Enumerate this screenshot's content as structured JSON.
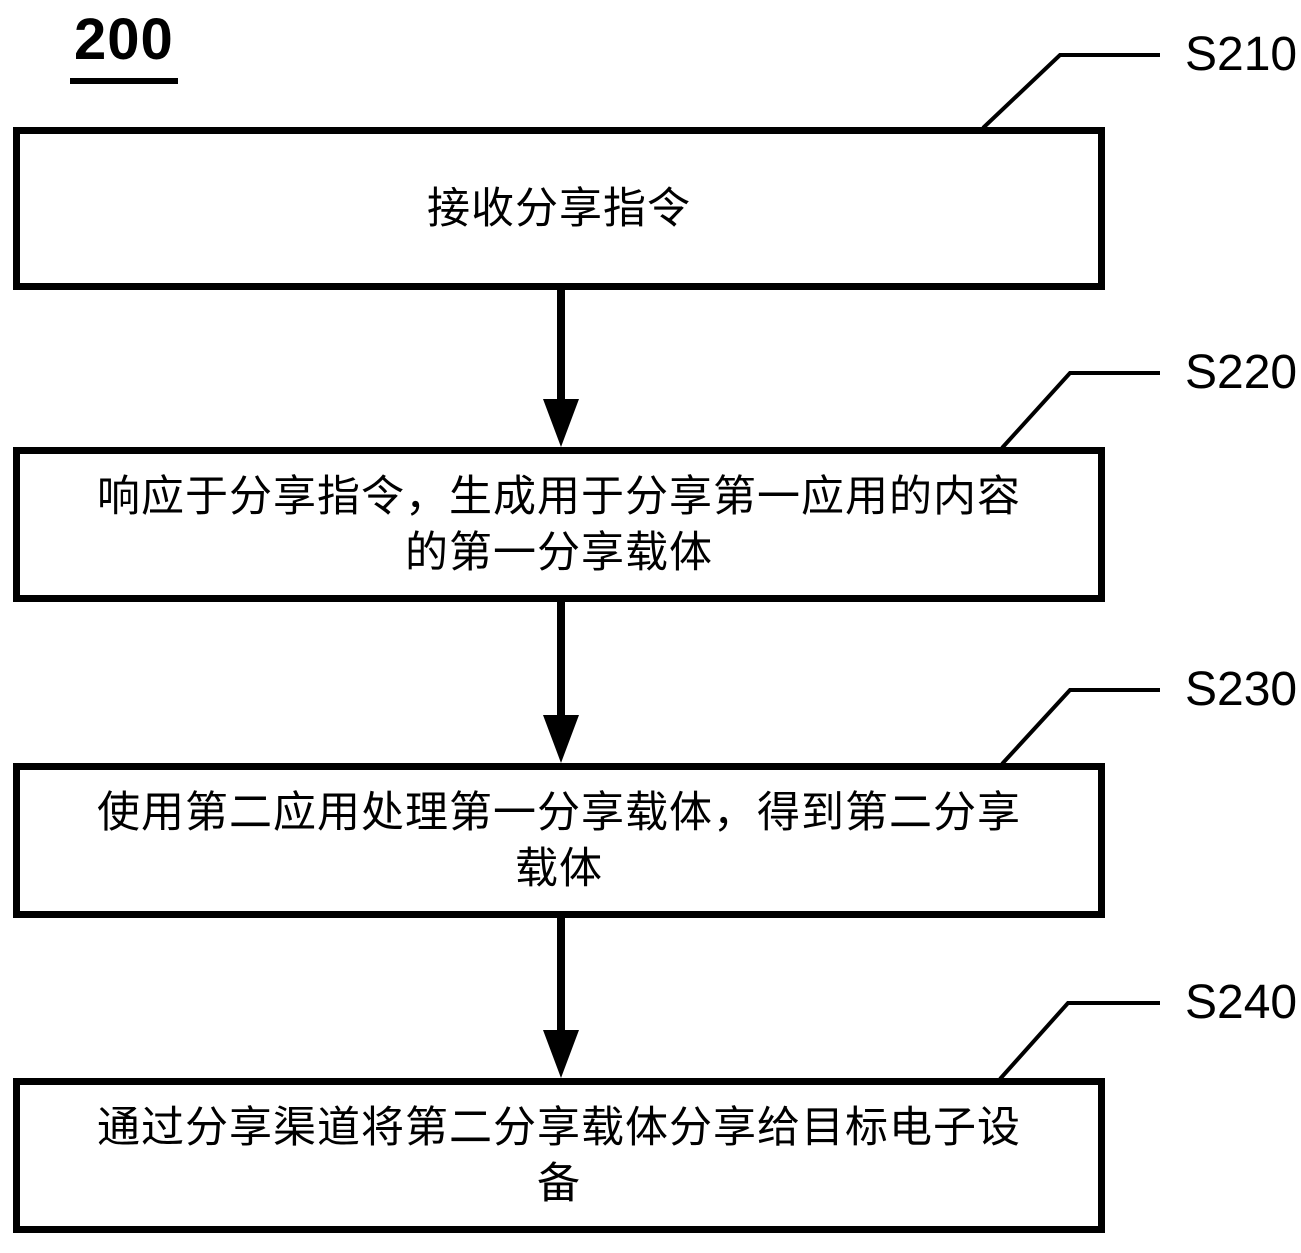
{
  "diagram": {
    "figure_number": "200",
    "type": "flowchart",
    "colors": {
      "line": "#000000",
      "background": "#ffffff",
      "text": "#000000"
    },
    "steps": [
      {
        "label": "S210",
        "text": "接收分享指令"
      },
      {
        "label": "S220",
        "text": "响应于分享指令，生成用于分享第一应用的内容\n的第一分享载体"
      },
      {
        "label": "S230",
        "text": "使用第二应用处理第一分享载体，得到第二分享\n载体"
      },
      {
        "label": "S240",
        "text": "通过分享渠道将第二分享载体分享给目标电子设\n备"
      }
    ]
  }
}
